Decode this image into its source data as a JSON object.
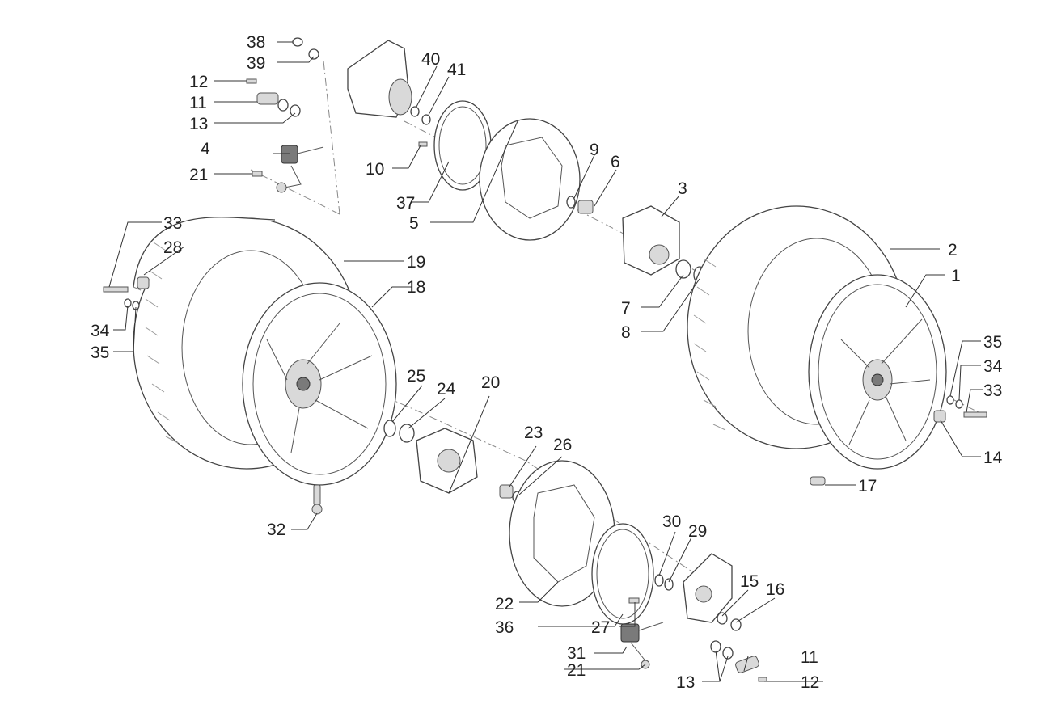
{
  "callouts": {
    "n1": "1",
    "n2": "2",
    "n3": "3",
    "n4": "4",
    "n5": "5",
    "n6": "6",
    "n7": "7",
    "n8": "8",
    "n9": "9",
    "n10": "10",
    "n11a": "11",
    "n11b": "11",
    "n12a": "12",
    "n12b": "12",
    "n13a": "13",
    "n13b": "13",
    "n14": "14",
    "n15": "15",
    "n16": "16",
    "n17": "17",
    "n18": "18",
    "n19": "19",
    "n20": "20",
    "n21a": "21",
    "n21b": "21",
    "n22": "22",
    "n23": "23",
    "n24": "24",
    "n25": "25",
    "n26": "26",
    "n27": "27",
    "n28": "28",
    "n29": "29",
    "n30": "30",
    "n31": "31",
    "n32": "32",
    "n33a": "33",
    "n33b": "33",
    "n34a": "34",
    "n34b": "34",
    "n35a": "35",
    "n35b": "35",
    "n36": "36",
    "n37": "37",
    "n38": "38",
    "n39": "39",
    "n40": "40",
    "n41": "41"
  }
}
